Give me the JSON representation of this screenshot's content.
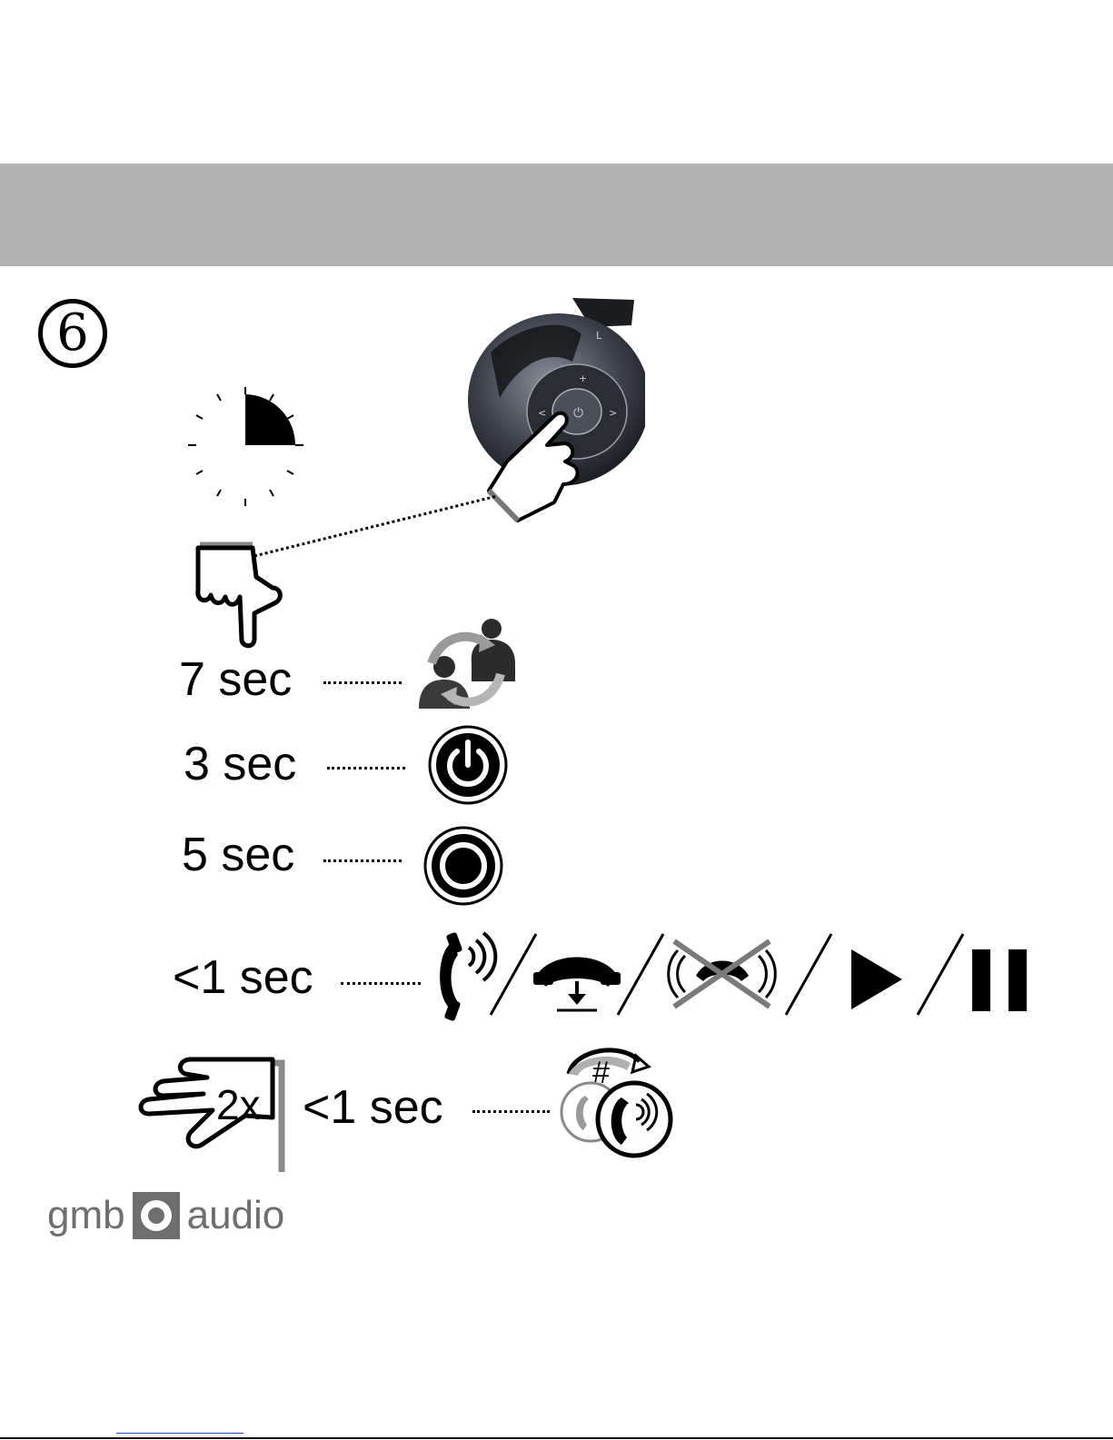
{
  "step": {
    "number": "6"
  },
  "rows": [
    {
      "label": "7 sec",
      "icon": "pairing-people-icon"
    },
    {
      "label": "3 sec",
      "icon": "power-icon"
    },
    {
      "label": "5 sec",
      "icon": "circle-icon"
    },
    {
      "label": "<1 sec",
      "icon": "answer-call-icon"
    },
    {
      "label": "<1 sec",
      "icon": "redial-icon"
    }
  ],
  "double_tap": {
    "label": "2x"
  },
  "brand": {
    "left": "gmb",
    "right": "audio"
  }
}
